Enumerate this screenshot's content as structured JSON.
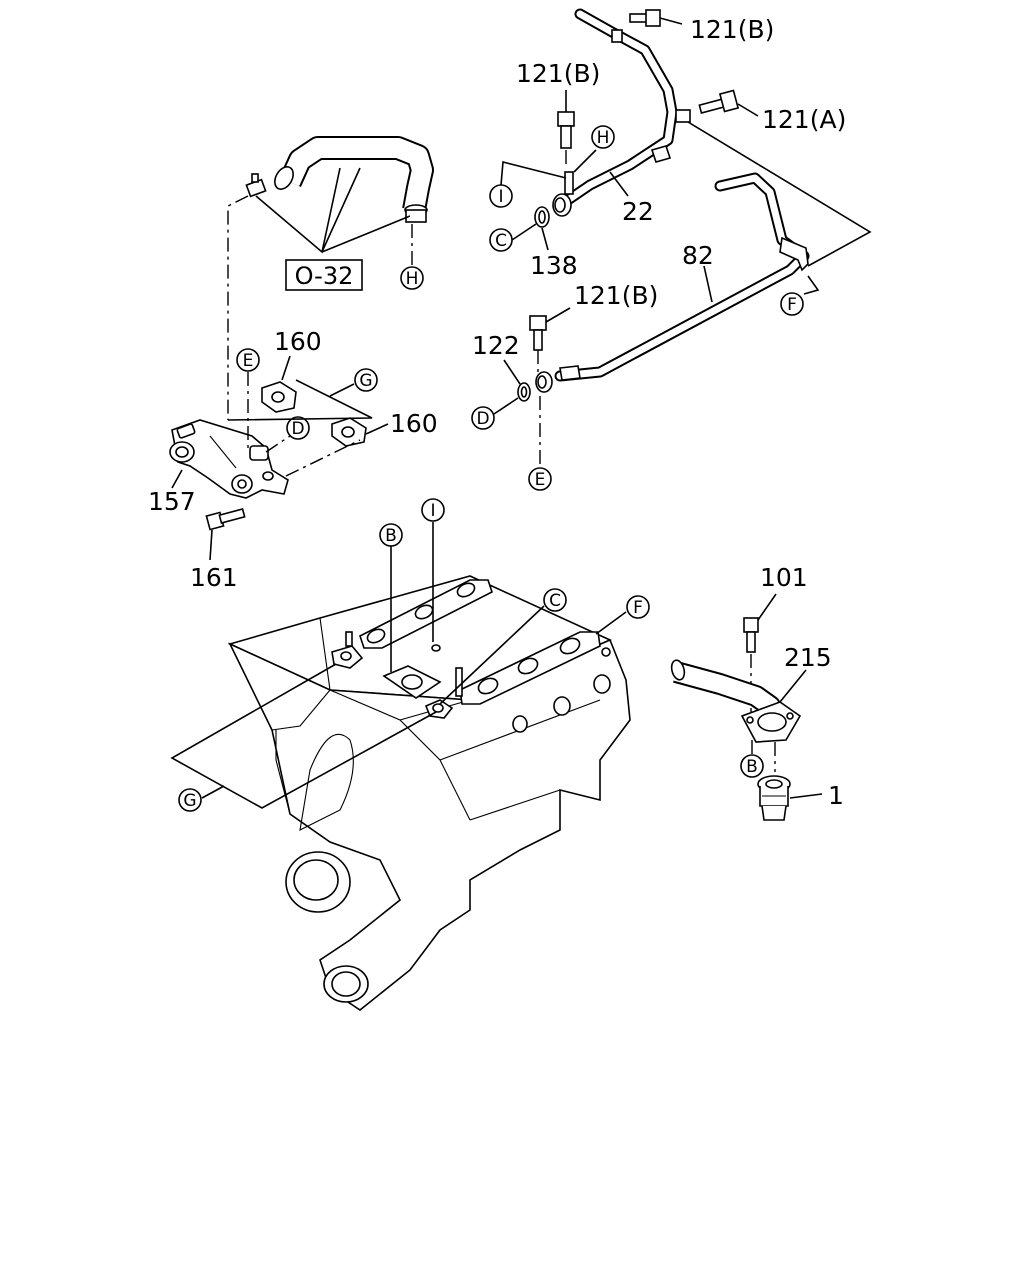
{
  "labels": {
    "p121b_top": "121(B)",
    "p121a": "121(A)",
    "p121b_mid": "121(B)",
    "p121b_low": "121(B)",
    "p22": "22",
    "p138": "138",
    "p82": "82",
    "p122": "122",
    "p160_a": "160",
    "p160_b": "160",
    "p157": "157",
    "p161": "161",
    "p101": "101",
    "p215": "215",
    "p1": "1",
    "ref_box": "O-32"
  },
  "callouts": {
    "H_top": "H",
    "I_top": "I",
    "C_top": "C",
    "H_hose": "H",
    "F_right": "F",
    "D_right": "D",
    "E_right": "E",
    "E_left": "E",
    "G_left": "G",
    "D_left": "D",
    "B_engine": "B",
    "I_engine": "I",
    "C_engine": "C",
    "F_engine": "F",
    "B_therm": "B",
    "G_bottom": "G"
  }
}
